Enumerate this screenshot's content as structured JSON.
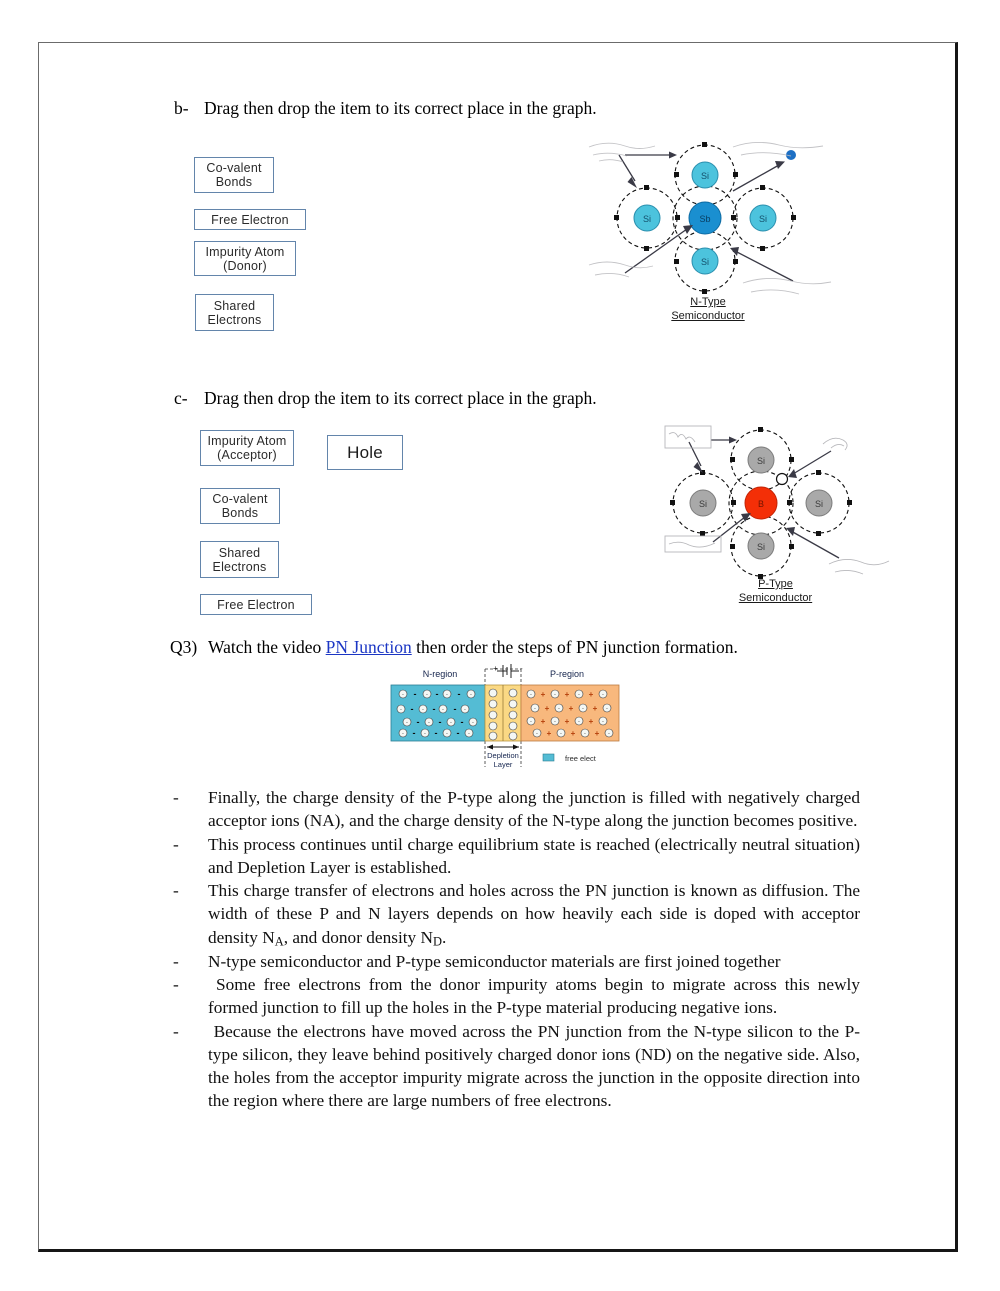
{
  "page": {
    "title": "Semiconductor Worksheet - PN Junction"
  },
  "questions": [
    {
      "marker": "b-",
      "prompt": "Drag then drop the item to its correct place in the graph.",
      "chips": [
        {
          "lines": [
            "Co-valent",
            "Bonds"
          ]
        },
        {
          "lines": [
            "Free Electron"
          ]
        },
        {
          "lines": [
            "Impurity Atom",
            "(Donor)"
          ]
        },
        {
          "lines": [
            "Shared",
            "Electrons"
          ]
        }
      ],
      "diagram": {
        "type": "n-type-atom",
        "caption_line1": "N-Type",
        "caption_line2": "Semiconductor",
        "center_atom": "Sb",
        "neighbor_atoms": [
          "Si",
          "Si",
          "Si",
          "Si"
        ],
        "center_color": "#1a8fd0",
        "neighbor_color": "#4cc3dd",
        "free_electron_color": "#1d6fc4"
      }
    },
    {
      "marker": "c-",
      "prompt": "Drag then drop the item to its correct place in the graph.",
      "chips": [
        {
          "lines": [
            "Impurity Atom",
            "(Acceptor)"
          ]
        },
        {
          "lines": [
            "Hole"
          ],
          "big": true
        },
        {
          "lines": [
            "Co-valent",
            "Bonds"
          ]
        },
        {
          "lines": [
            "Shared",
            "Electrons"
          ]
        },
        {
          "lines": [
            "Free Electron"
          ]
        }
      ],
      "diagram": {
        "type": "p-type-atom",
        "caption_line1": "P-Type",
        "caption_line2": "Semiconductor",
        "center_atom": "B",
        "neighbor_atoms": [
          "Si",
          "Si",
          "Si",
          "Si"
        ],
        "center_color": "#f42f07",
        "neighbor_color": "#a9a9a9",
        "hole_color": "#ffffff"
      }
    }
  ],
  "q3": {
    "marker": "Q3)",
    "text_before": "Watch the video ",
    "link_label": "PN Junction",
    "text_after": " then order the steps of PN junction formation.",
    "figure": {
      "type": "pn-junction",
      "n_region_label": "N-region",
      "p_region_label": "P-region",
      "depletion_label_line1": "Depletion",
      "depletion_label_line2": "Layer",
      "legend_label": "free elect",
      "battery_plus": "+",
      "battery_minus": "-",
      "n_region_color": "#54bcd4",
      "depletion_color": "#fbd984",
      "p_region_color": "#f8b87d"
    },
    "steps": [
      "Finally, the charge density of the P-type along the junction is filled with negatively charged acceptor ions (NA), and the charge density of the N-type along the junction becomes positive.",
      "This process continues until charge equilibrium state is reached (electrically neutral situation) and Depletion Layer is established.",
      "This charge transfer of electrons and holes across the PN junction is known as diffusion. The width of these P and N layers depends on how heavily each side is doped with acceptor density NA, and donor density ND.",
      "N-type semiconductor and P-type semiconductor materials are first joined together",
      " Some free electrons from the donor impurity atoms begin to migrate across this newly formed junction to fill up the holes in the P-type material producing negative ions.",
      " Because the electrons have moved across the PN junction from the N-type silicon to the P-type silicon, they leave behind positively charged donor ions (ND) on the negative side. Also, the holes from the acceptor impurity migrate across the junction in the opposite direction into the region where there are large numbers of free electrons."
    ],
    "bullet_dash": "-"
  }
}
